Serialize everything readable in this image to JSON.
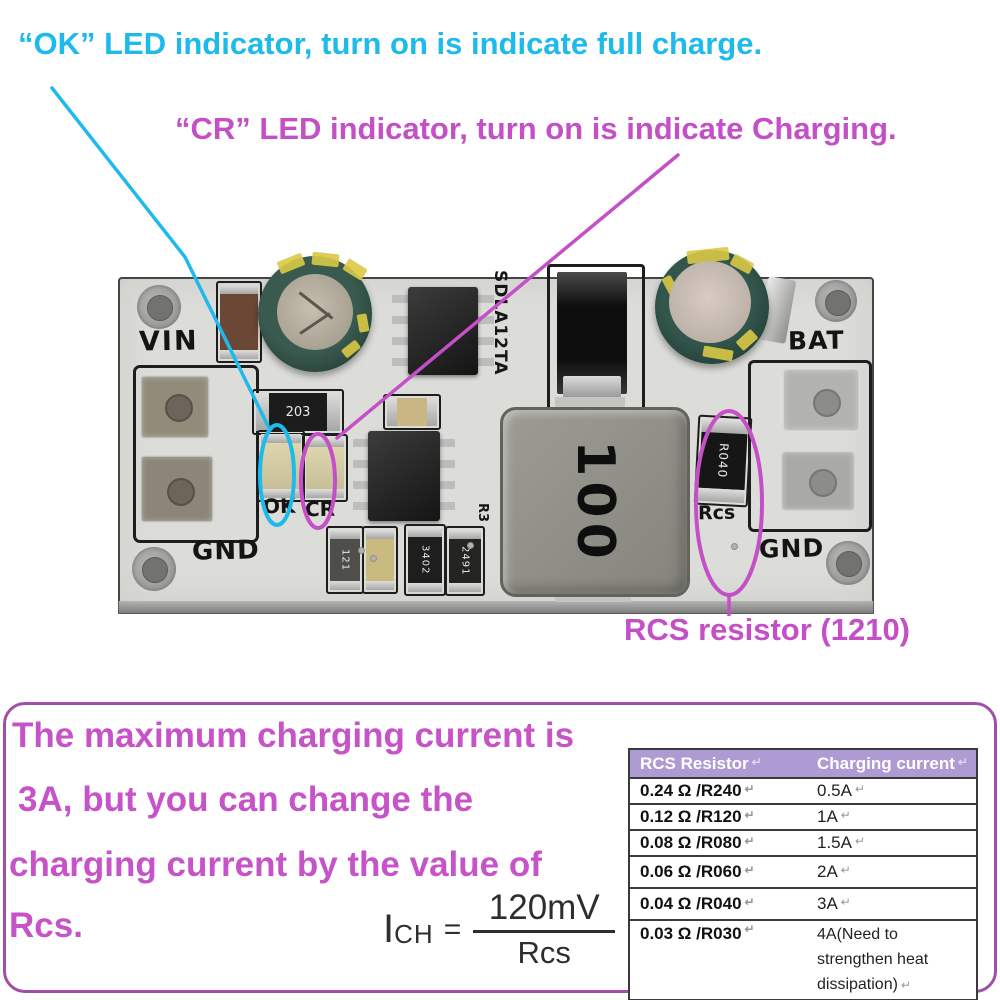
{
  "colors": {
    "cyan": "#1EBAEC",
    "magenta": "#C44FC7",
    "purple_border": "#A04FA6",
    "table_header_bg": "#AF9BD3"
  },
  "annotations": {
    "ok_label": "“OK”  LED indicator, turn on is indicate full charge.",
    "cr_label": "“CR”  LED indicator, turn on is indicate Charging.",
    "rcs_label": "RCS resistor (1210)"
  },
  "pcb": {
    "silk": {
      "vin": "VIN",
      "gnd_left": "GND",
      "gnd_right": "GND",
      "bat": "BAT",
      "ok": "OK",
      "cr": "CR",
      "rcs": "Rcs",
      "r3": "R3",
      "chip": "SDLA12TA"
    },
    "comp": {
      "inductor": "100",
      "r203": "203",
      "rcs_marking": "R040",
      "r121": "121",
      "r3402": "3402",
      "r2491": "2491"
    }
  },
  "info": {
    "lines": {
      "0": "The maximum charging current is",
      "1": "3A, but you can change the",
      "2": "charging current by the value of",
      "3": "Rcs."
    },
    "formula": {
      "i": "I",
      "sub": "CH",
      "eq": "=",
      "num": "120mV",
      "den": "Rcs"
    }
  },
  "table": {
    "return_mark": "↵",
    "headers": {
      "0": "RCS Resistor",
      "1": "Charging current"
    },
    "rows": [
      {
        "resistor": "0.24 Ω /R240",
        "current": "0.5A"
      },
      {
        "resistor": "0.12 Ω /R120",
        "current": "1A"
      },
      {
        "resistor": "0.08 Ω /R080",
        "current": "1.5A"
      },
      {
        "resistor": "0.06 Ω /R060",
        "current": "2A"
      },
      {
        "resistor": "0.04 Ω /R040",
        "current": "3A"
      },
      {
        "resistor": "0.03 Ω /R030",
        "current": "4A(Need to strengthen heat dissipation)"
      }
    ]
  }
}
